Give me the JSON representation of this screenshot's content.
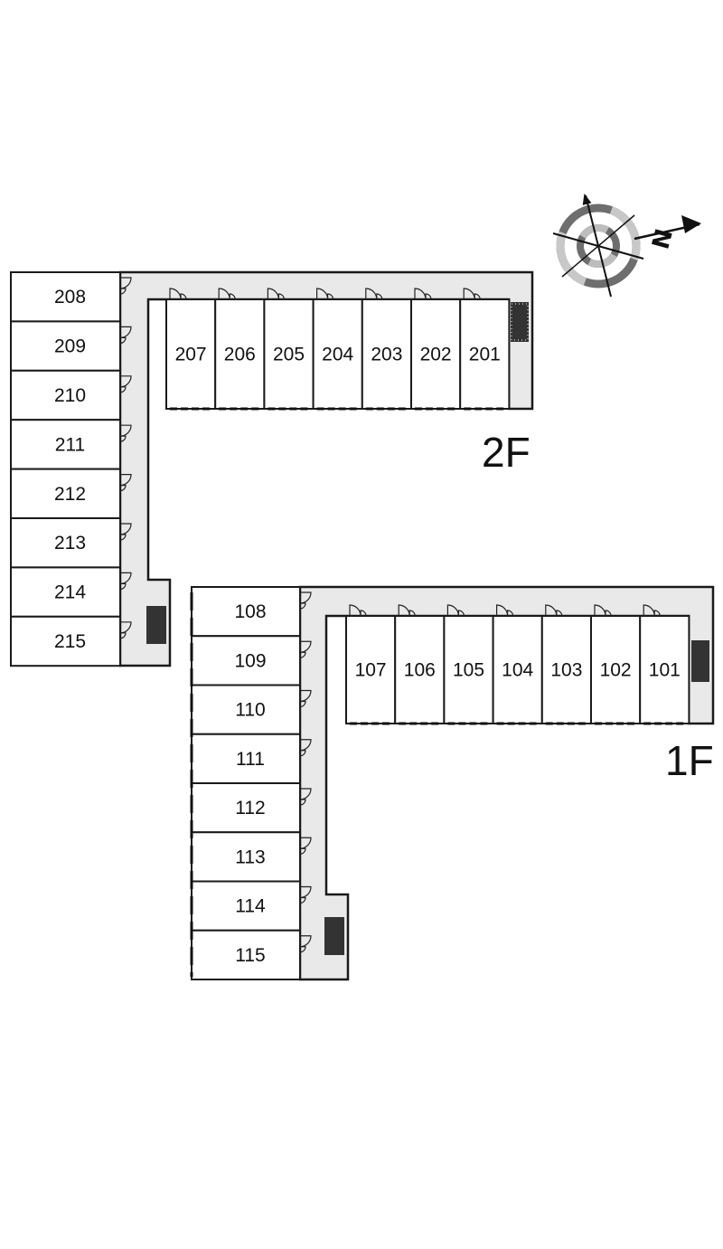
{
  "floors": [
    {
      "label": "2F",
      "row_units": [
        "207",
        "206",
        "205",
        "204",
        "203",
        "202",
        "201"
      ],
      "column_units": [
        "208",
        "209",
        "210",
        "211",
        "212",
        "213",
        "214",
        "215"
      ]
    },
    {
      "label": "1F",
      "row_units": [
        "107",
        "106",
        "105",
        "104",
        "103",
        "102",
        "101"
      ],
      "column_units": [
        "108",
        "109",
        "110",
        "111",
        "112",
        "113",
        "114",
        "115"
      ]
    }
  ],
  "compass": {
    "label": "N",
    "icon": "compass-icon"
  }
}
